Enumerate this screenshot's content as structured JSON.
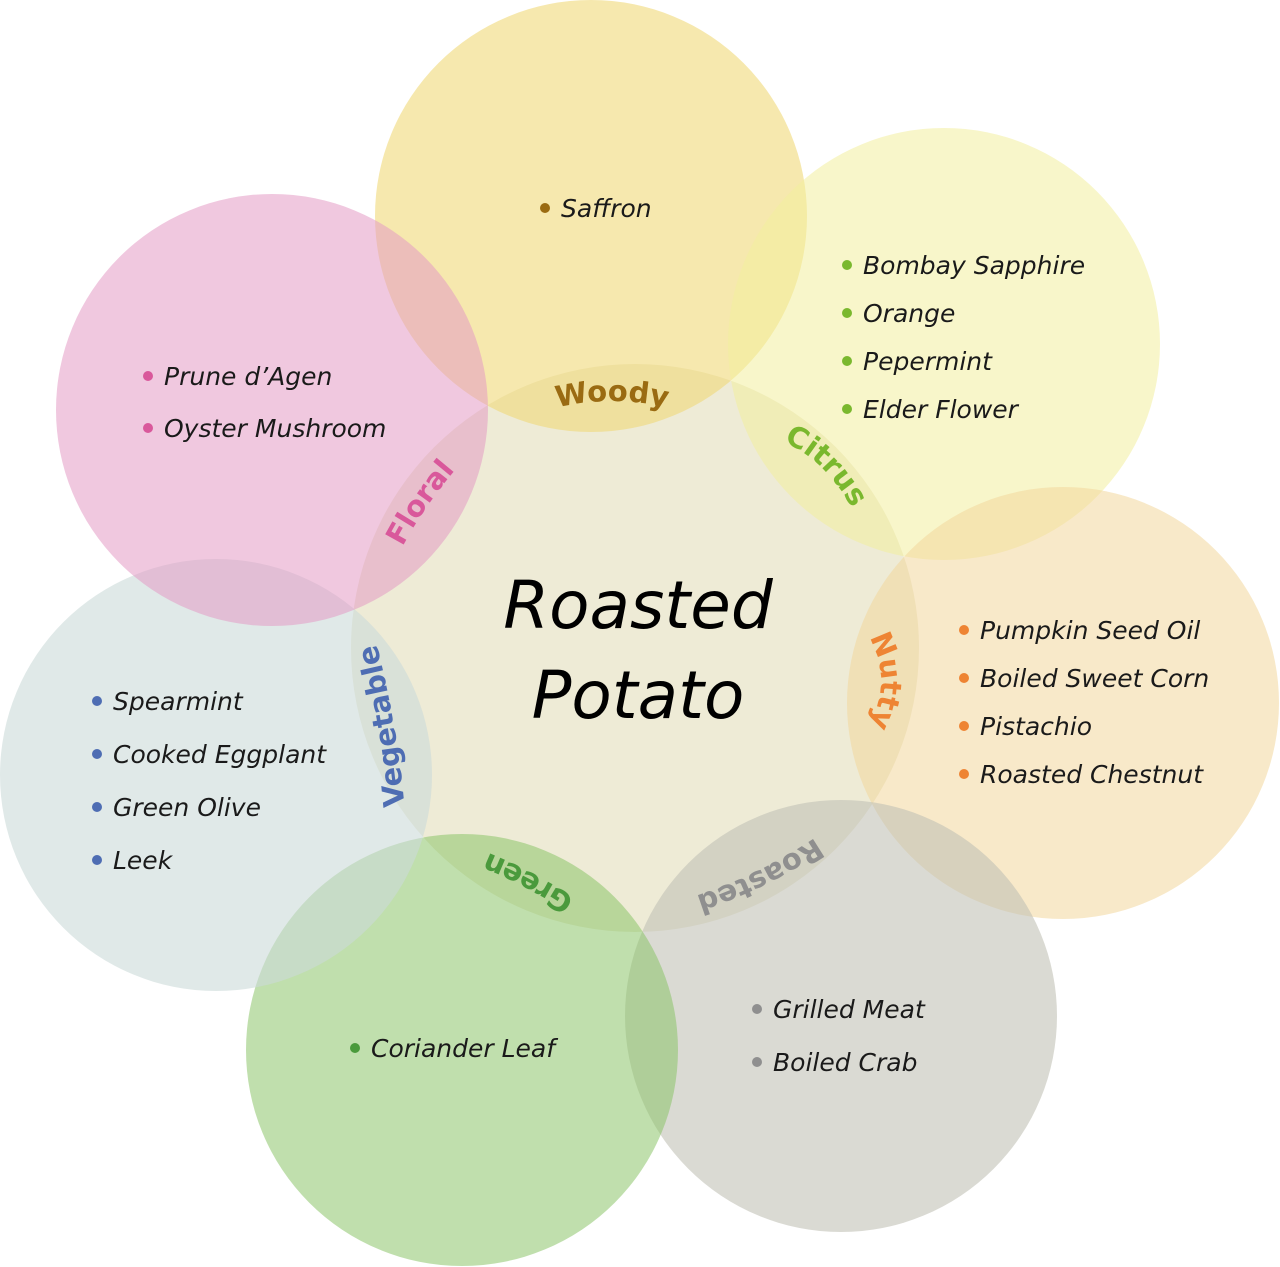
{
  "title": {
    "line1": "Roasted",
    "line2": "Potato"
  },
  "categories": [
    {
      "key": "woody",
      "label": "Woody",
      "fill": "#f0d878",
      "label_color": "#9a6b12",
      "bullet_color": "#9a6b12",
      "items": [
        "Saffron"
      ]
    },
    {
      "key": "citrus",
      "label": "Citrus",
      "fill": "#f2ee9e",
      "label_color": "#7ab82e",
      "bullet_color": "#7ab82e",
      "items": [
        "Bombay Sapphire",
        "Orange",
        "Pepermint",
        "Elder Flower"
      ]
    },
    {
      "key": "nutty",
      "label": "Nutty",
      "fill": "#f3d79c",
      "label_color": "#ee8433",
      "bullet_color": "#ee8433",
      "items": [
        "Pumpkin Seed Oil",
        "Boiled Sweet Corn",
        "Pistachio",
        "Roasted Chestnut"
      ]
    },
    {
      "key": "roasted",
      "label": "Roasted",
      "fill": "#c2c2b6",
      "label_color": "#8f8f8f",
      "bullet_color": "#8f8f8f",
      "items": [
        "Grilled Meat",
        "Boiled Crab"
      ]
    },
    {
      "key": "green",
      "label": "Green",
      "fill": "#8cc46a",
      "label_color": "#4a9a3c",
      "bullet_color": "#4a9a3c",
      "items": [
        "Coriander Leaf"
      ]
    },
    {
      "key": "vegetable",
      "label": "Vegetable",
      "fill": "#cbdad8",
      "label_color": "#4e6db3",
      "bullet_color": "#4e6db3",
      "items": [
        "Spearmint",
        "Cooked Eggplant",
        "Green Olive",
        "Leek"
      ]
    },
    {
      "key": "floral",
      "label": "Floral",
      "fill": "#e49ac4",
      "label_color": "#d9589b",
      "bullet_color": "#d9589b",
      "items": [
        "Prune d’Agen",
        "Oyster Mushroom"
      ]
    }
  ],
  "center_fill": "#ebe7cf"
}
